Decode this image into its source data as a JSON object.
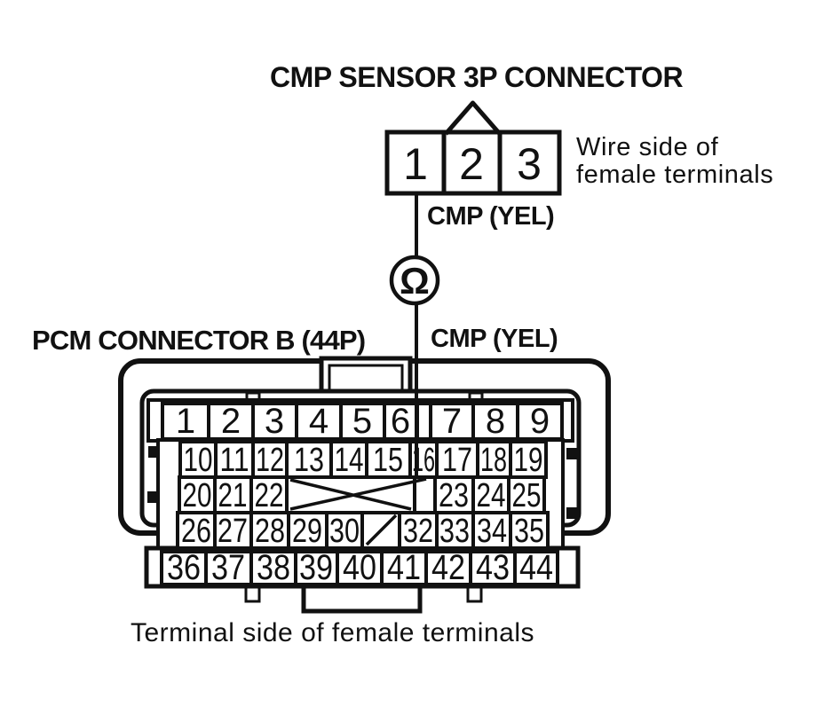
{
  "ink": "#111111",
  "bg": "#ffffff",
  "cmp_connector": {
    "title": "CMP SENSOR 3P CONNECTOR",
    "pins": [
      "1",
      "2",
      "3"
    ],
    "wire_side_note_line1": "Wire side of",
    "wire_side_note_line2": "female terminals",
    "wire_label": "CMP (YEL)"
  },
  "tester": {
    "ohm_symbol": "Ω"
  },
  "pcm_connector": {
    "title": "PCM CONNECTOR B (44P)",
    "wire_label": "CMP (YEL)",
    "terminal_note": "Terminal side of female terminals",
    "rows": {
      "row1": [
        "1",
        "2",
        "3",
        "4",
        "5",
        "6",
        "7",
        "8",
        "9"
      ],
      "row2": [
        "10",
        "11",
        "12",
        "13",
        "14",
        "15",
        "16",
        "17",
        "18",
        "19"
      ],
      "row3": [
        "20",
        "21",
        "22",
        "23",
        "24",
        "25"
      ],
      "row4": [
        "26",
        "27",
        "28",
        "29",
        "30",
        "32",
        "33",
        "34",
        "35"
      ],
      "row5": [
        "36",
        "37",
        "38",
        "39",
        "40",
        "41",
        "42",
        "43",
        "44"
      ]
    }
  }
}
